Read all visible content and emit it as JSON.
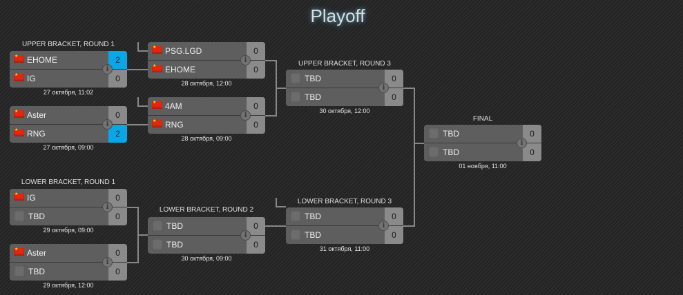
{
  "title": "Playoff",
  "rounds": {
    "ub1": "UPPER BRACKET, ROUND 1",
    "ub3": "UPPER BRACKET, ROUND 3",
    "lb1": "LOWER BRACKET, ROUND 1",
    "lb2": "LOWER BRACKET, ROUND 2",
    "lb3": "LOWER BRACKET, ROUND 3",
    "final": "FINAL"
  },
  "colors": {
    "winner": "#0aa7e8",
    "score_bg": "#8a8a8a",
    "card_bg": "#5e5e5e"
  },
  "matches": {
    "ub1a": {
      "team1": "EHOME",
      "score1": "2",
      "team2": "IG",
      "score2": "0",
      "date": "27 октября, 11:02",
      "winner": 1
    },
    "ub1b": {
      "team1": "Aster",
      "score1": "0",
      "team2": "RNG",
      "score2": "2",
      "date": "27 октября, 09:00",
      "winner": 2
    },
    "ub2a": {
      "team1": "PSG.LGD",
      "score1": "0",
      "team2": "EHOME",
      "score2": "0",
      "date": "28 октября, 12:00"
    },
    "ub2b": {
      "team1": "4AM",
      "score1": "0",
      "team2": "RNG",
      "score2": "0",
      "date": "28 октября, 09:00"
    },
    "ub3": {
      "team1": "TBD",
      "score1": "0",
      "team2": "TBD",
      "score2": "0",
      "date": "30 октября, 12:00"
    },
    "final": {
      "team1": "TBD",
      "score1": "0",
      "team2": "TBD",
      "score2": "0",
      "date": "01 ноября, 11:00"
    },
    "lb1a": {
      "team1": "IG",
      "score1": "0",
      "team2": "TBD",
      "score2": "0",
      "date": "29 октября, 09:00"
    },
    "lb1b": {
      "team1": "Aster",
      "score1": "0",
      "team2": "TBD",
      "score2": "0",
      "date": "29 октября, 12:00"
    },
    "lb2": {
      "team1": "TBD",
      "score1": "0",
      "team2": "TBD",
      "score2": "0",
      "date": "30 октября, 09:00"
    },
    "lb3": {
      "team1": "TBD",
      "score1": "0",
      "team2": "TBD",
      "score2": "0",
      "date": "31 октября, 11:00"
    }
  },
  "icons": {
    "flag": "china-flag-icon",
    "placeholder": "team-placeholder-icon",
    "info": "info-icon"
  },
  "info_glyph": "i"
}
